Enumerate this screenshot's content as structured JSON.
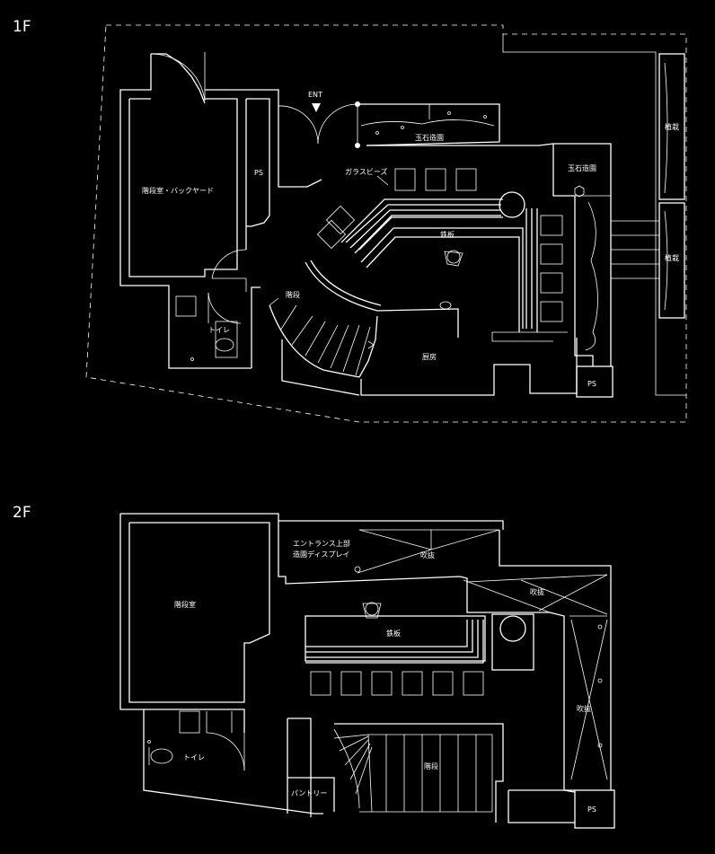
{
  "floor1": {
    "title": "1F",
    "rooms": {
      "stair_backyard": "階段室・バックヤード",
      "ps_left": "PS",
      "entrance": "ENT",
      "stone_garden_top": "玉石造園",
      "stone_garden_right": "玉石造園",
      "glass_beads": "ガラスビーズ",
      "teppan": "鉄板",
      "stairs": "階段",
      "toilet": "トイレ",
      "kitchen": "厨房",
      "planting_top": "植栽",
      "planting_bottom": "植栽",
      "ps_right": "PS"
    }
  },
  "floor2": {
    "title": "2F",
    "rooms": {
      "stair_room": "階段室",
      "entrance_display_line1": "エントランス上部",
      "entrance_display_line2": "造園ディスプレイ",
      "void_top": "吹抜",
      "void_mid": "吹抜",
      "void_right": "吹抜",
      "teppan": "鉄板",
      "toilet": "トイレ",
      "stairs": "階段",
      "pantry": "パントリー",
      "ps": "PS"
    }
  }
}
